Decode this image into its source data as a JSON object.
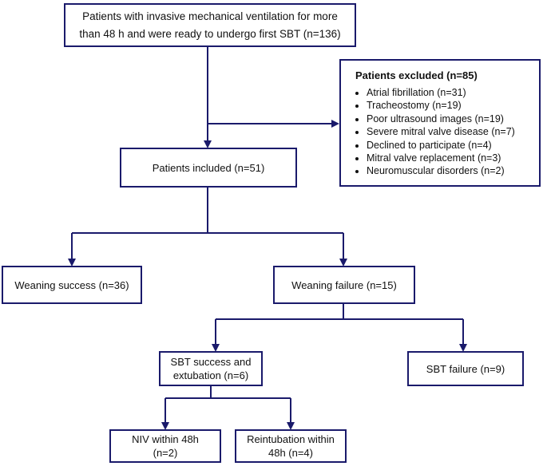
{
  "colors": {
    "border": "#1a1a6b",
    "arrow": "#1a1a6b",
    "text": "#111111",
    "background": "#ffffff"
  },
  "nodes": {
    "start": {
      "lines": [
        "Patients with invasive mechanical ventilation for more",
        "than 48 h and were ready to undergo first SBT (n=136)"
      ]
    },
    "excluded": {
      "title": "Patients excluded (n=85)",
      "items": [
        "Atrial fibrillation (n=31)",
        "Tracheostomy (n=19)",
        "Poor ultrasound images (n=19)",
        "Severe mitral valve disease (n=7)",
        "Declined to participate (n=4)",
        "Mitral valve replacement (n=3)",
        "Neuromuscular disorders (n=2)"
      ]
    },
    "included": {
      "lines": [
        "Patients included (n=51)"
      ]
    },
    "weaning_success": {
      "lines": [
        "Weaning success (n=36)"
      ]
    },
    "weaning_failure": {
      "lines": [
        "Weaning failure (n=15)"
      ]
    },
    "sbt_success": {
      "lines": [
        "SBT success and",
        "extubation (n=6)"
      ]
    },
    "sbt_failure": {
      "lines": [
        "SBT failure (n=9)"
      ]
    },
    "niv": {
      "lines": [
        "NIV within 48h",
        "(n=2)"
      ]
    },
    "reintubation": {
      "lines": [
        "Reintubation within",
        "48h (n=4)"
      ]
    }
  }
}
